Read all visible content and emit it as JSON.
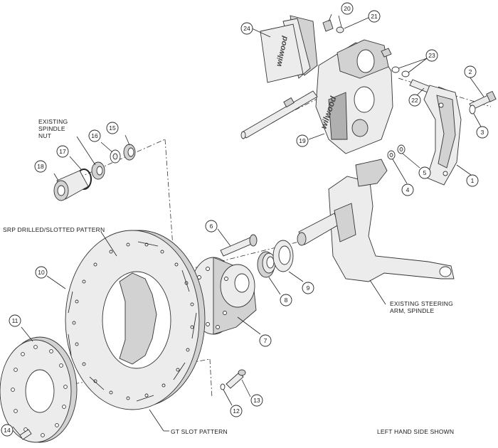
{
  "labels": {
    "existing_spindle_nut": [
      "EXISTING",
      "SPINDLE",
      "NUT"
    ],
    "srp_pattern": "SRP DRILLED/SLOTTED PATTERN",
    "gt_slot_pattern": "GT SLOT PATTERN",
    "existing_steering": [
      "EXISTING STEERING",
      "ARM, SPINDLE"
    ],
    "left_hand_side": "LEFT HAND SIDE SHOWN"
  },
  "callouts": {
    "c1": "1",
    "c2": "2",
    "c3": "3",
    "c4": "4",
    "c5": "5",
    "c6": "6",
    "c7": "7",
    "c8": "8",
    "c9": "9",
    "c10": "10",
    "c11": "11",
    "c12": "12",
    "c13": "13",
    "c14": "14",
    "c15": "15",
    "c16": "16",
    "c17": "17",
    "c18": "18",
    "c19": "19",
    "c20": "20",
    "c21": "21",
    "c22": "22",
    "c23": "23",
    "c24": "24"
  },
  "logos": {
    "pad": "wilwood",
    "caliper": "wilwood"
  },
  "colors": {
    "line": "#222222",
    "fill_light": "#ececec",
    "fill_mid": "#d2d2d2",
    "fill_dark": "#b0b0b0"
  }
}
